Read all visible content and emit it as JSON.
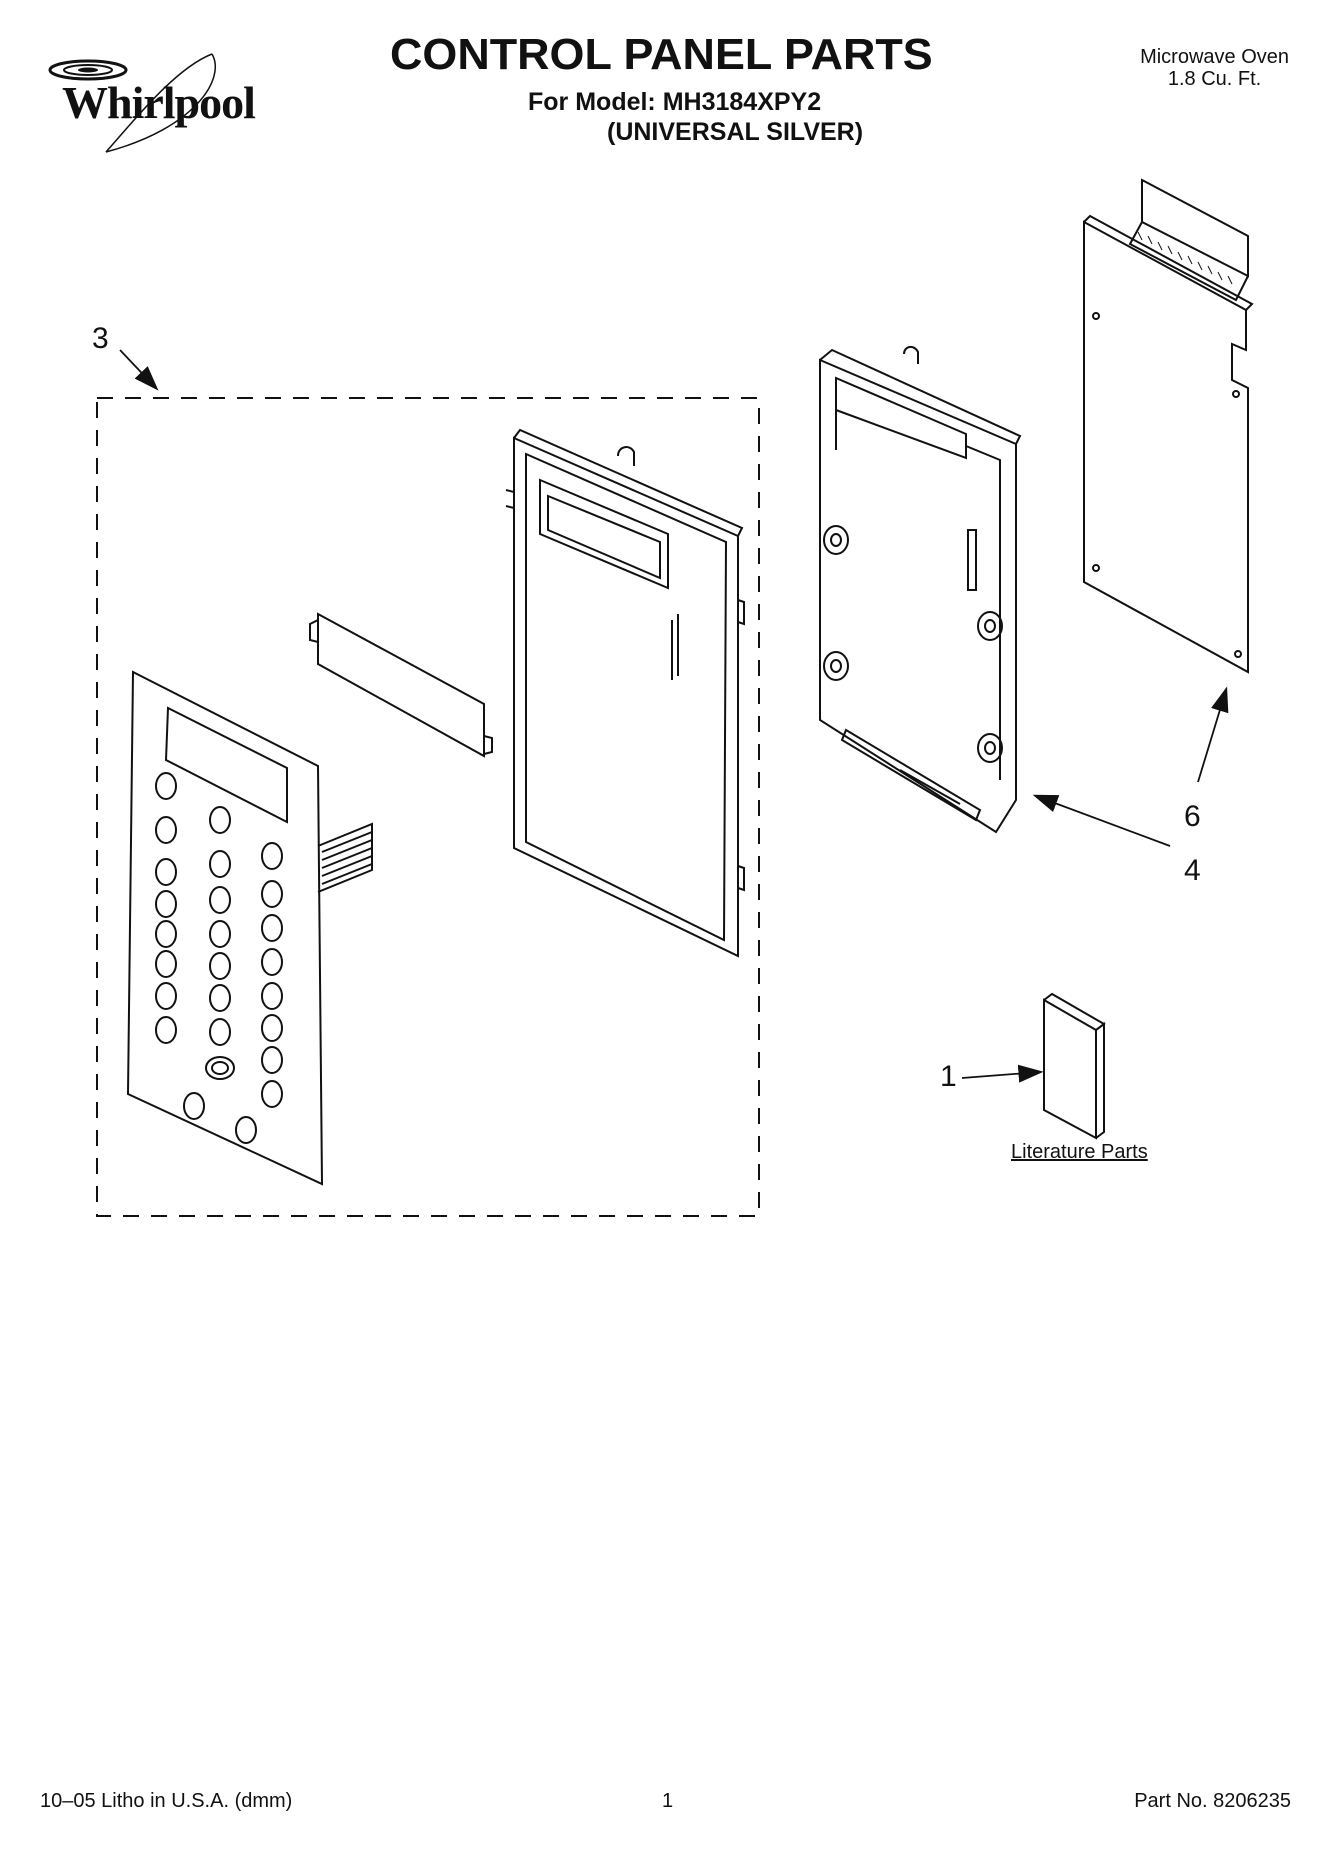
{
  "header": {
    "brand": "Whirlpool",
    "title": "CONTROL PANEL PARTS",
    "model_line": "For Model: MH3184XPY2",
    "variant_line": "(UNIVERSAL SILVER)",
    "product_type": "Microwave Oven",
    "capacity": "1.8 Cu. Ft."
  },
  "diagram": {
    "callouts": [
      "3",
      "6",
      "4",
      "1"
    ],
    "literature_label": "Literature Parts"
  },
  "footer": {
    "litho": "10–05 Litho in U.S.A. (dmm)",
    "page": "1",
    "part_no": "Part No. 8206235"
  }
}
